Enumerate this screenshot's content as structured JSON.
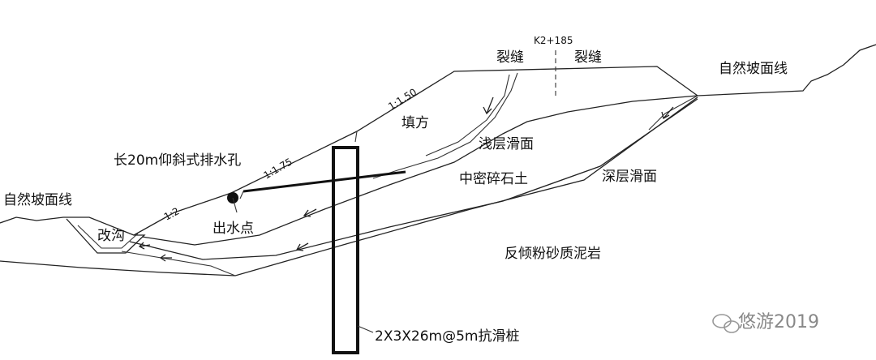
{
  "labels": {
    "station": "K2+185",
    "crack_left": "裂缝",
    "crack_right": "裂缝",
    "natural_slope_right": "自然坡面线",
    "natural_slope_left": "自然坡面线",
    "fill": "填方",
    "shallow_slip": "浅层滑面",
    "gravel_soil": "中密碎石土",
    "deep_slip": "深层滑面",
    "drain_hole": "长20m仰斜式排水孔",
    "outlet": "出水点",
    "ditch": "改沟",
    "mudstone": "反倾粉砂质泥岩",
    "pile": "2X3X26m@5m抗滑桩",
    "slope_1": "1:1.50",
    "slope_2": "1:1.75",
    "slope_3": "1:2",
    "watermark": "悠游2019"
  },
  "icons": {
    "watermark": "wechat-icon"
  },
  "colors": {
    "line": "#222222",
    "watermark": "#888888"
  }
}
